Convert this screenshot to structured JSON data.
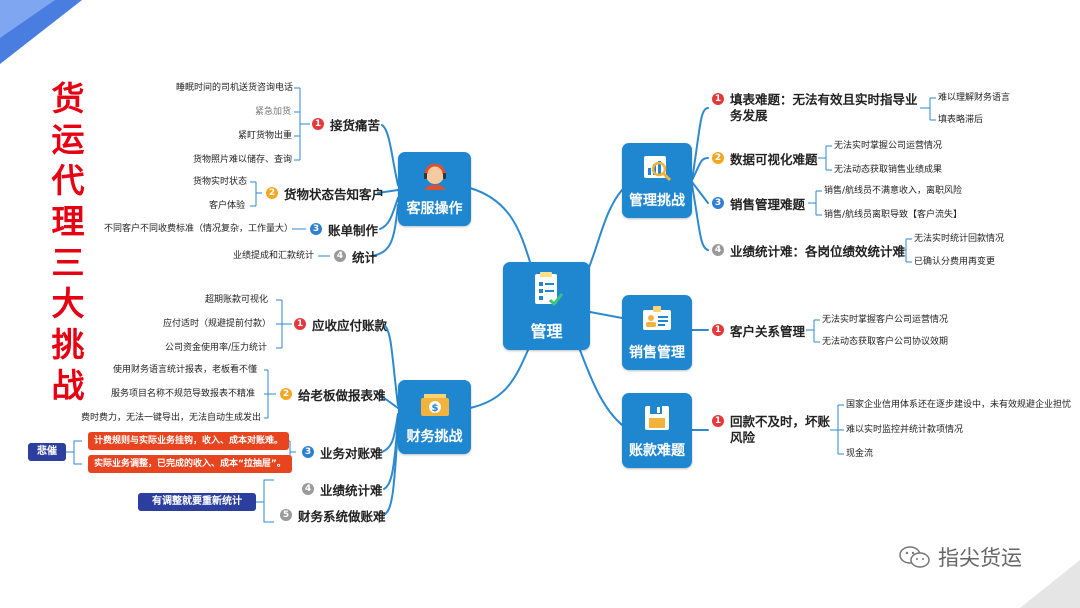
{
  "title_chars": [
    "货",
    "运",
    "代",
    "理",
    "三",
    "大",
    "挑",
    "战"
  ],
  "center": {
    "label": "管理",
    "icon": "checklist-icon"
  },
  "colors": {
    "hub": "#1f86d0",
    "title": "#e60012",
    "red_box": "#e8441f",
    "tag": "#2c3e9e"
  },
  "left": {
    "kefu": {
      "label": "客服操作",
      "icon": "customer-service-icon",
      "subs": [
        {
          "num": "1",
          "label": "接货痛苦",
          "leaves": [
            "睡眠时间的司机送货咨询电话",
            "紧急加货",
            "紧盯货物出重",
            "货物照片难以储存、查询"
          ]
        },
        {
          "num": "2",
          "label": "货物状态告知客户",
          "leaves": [
            "货物实时状态",
            "客户体验"
          ]
        },
        {
          "num": "3",
          "label": "账单制作",
          "leaves": [
            "不同客户不同收费标准（情况复杂，工作量大）"
          ]
        },
        {
          "num": "4",
          "label": "统计",
          "leaves": [
            "业绩提成和汇款统计"
          ]
        }
      ]
    },
    "caiwu": {
      "label": "财务挑战",
      "icon": "money-icon",
      "subs": [
        {
          "num": "1",
          "label": "应收应付账款",
          "leaves": [
            "超期账款可视化",
            "应付适时（规避提前付款）",
            "公司资金使用率/压力统计"
          ]
        },
        {
          "num": "2",
          "label": "给老板做报表难",
          "leaves": [
            "使用财务语言统计报表，老板看不懂",
            "服务项目名称不规范导致报表不精准",
            "费时费力，无法一键导出，无法自动生成发出"
          ]
        },
        {
          "num": "3",
          "label": "业务对账难",
          "leaves": [
            "计费规则与实际业务挂钩，收入、成本对账难。",
            "实际业务调整，已完成的收入、成本“拉抽屉”。"
          ],
          "tag": "悲催"
        },
        {
          "num": "4",
          "label": "业绩统计难",
          "leaves": []
        },
        {
          "num": "5",
          "label": "财务系统做账难",
          "leaves": []
        }
      ],
      "group_tag": "有调整就要重新统计"
    }
  },
  "right": {
    "guanli": {
      "label": "管理挑战",
      "icon": "analytics-icon",
      "subs": [
        {
          "num": "1",
          "label": "填表难题：无法有效且实时指导业务发展",
          "leaves": [
            "难以理解财务语言",
            "填表略滞后"
          ]
        },
        {
          "num": "2",
          "label": "数据可视化难题",
          "leaves": [
            "无法实时掌握公司运营情况",
            "无法动态获取销售业绩成果"
          ]
        },
        {
          "num": "3",
          "label": "销售管理难题",
          "leaves": [
            "销售/航线员不满意收入，离职风险",
            "销售/航线员离职导致【客户流失】"
          ]
        },
        {
          "num": "4",
          "label": "业绩统计难：各岗位绩效统计难",
          "leaves": [
            "无法实时统计回款情况",
            "已确认分费用再变更"
          ]
        }
      ]
    },
    "xiaoshou": {
      "label": "销售管理",
      "icon": "id-card-icon",
      "subs": [
        {
          "num": "1",
          "label": "客户关系管理",
          "leaves": [
            "无法实时掌握客户公司运营情况",
            "无法动态获取客户公司协议效期"
          ]
        }
      ]
    },
    "zhangkuan": {
      "label": "账款难题",
      "icon": "floppy-disk-icon",
      "subs": [
        {
          "num": "1",
          "label": "回款不及时，坏账风险",
          "leaves": [
            "国家企业信用体系还在逐步建设中，未有效规避企业担忧",
            "难以实时监控并统计款项情况",
            "现金流"
          ]
        }
      ]
    }
  },
  "watermark": "指尖货运",
  "watermark_icon": "wechat-icon"
}
